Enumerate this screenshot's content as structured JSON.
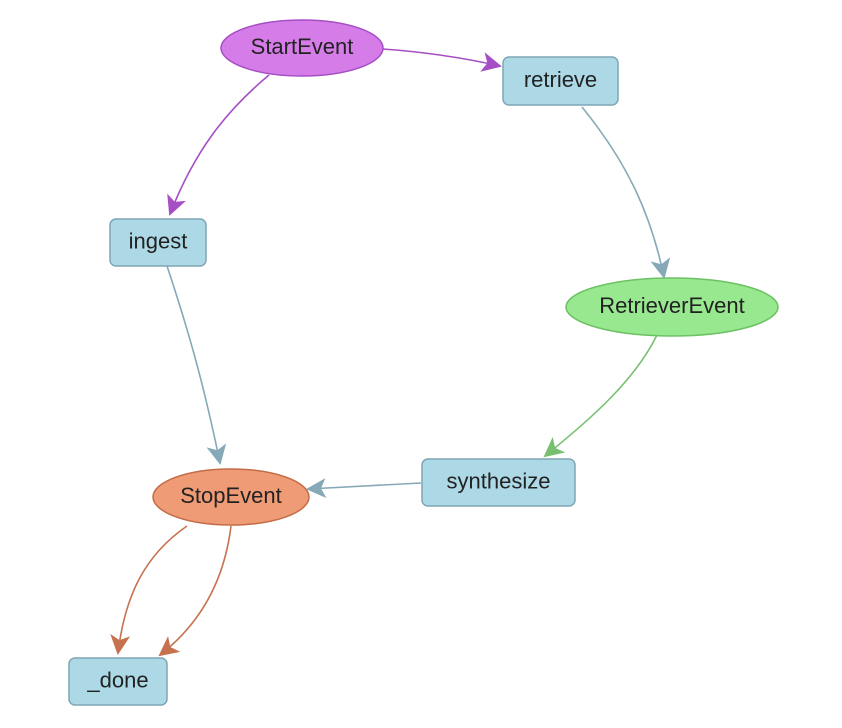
{
  "nodes": [
    {
      "id": "start",
      "label": "StartEvent",
      "kind": "event",
      "fill": "#d67ce8",
      "stroke": "#a64fc4"
    },
    {
      "id": "retrieve",
      "label": "retrieve",
      "kind": "step",
      "fill": "#add8e6",
      "stroke": "#7ea6b4"
    },
    {
      "id": "ingest",
      "label": "ingest",
      "kind": "step",
      "fill": "#add8e6",
      "stroke": "#7ea6b4"
    },
    {
      "id": "retriever_event",
      "label": "RetrieverEvent",
      "kind": "event",
      "fill": "#98e88f",
      "stroke": "#6cc163"
    },
    {
      "id": "synthesize",
      "label": "synthesize",
      "kind": "step",
      "fill": "#add8e6",
      "stroke": "#7ea6b4"
    },
    {
      "id": "stop",
      "label": "StopEvent",
      "kind": "event",
      "fill": "#ef9b76",
      "stroke": "#c46b47"
    },
    {
      "id": "done",
      "label": "_done",
      "kind": "step",
      "fill": "#add8e6",
      "stroke": "#7ea6b4"
    }
  ],
  "edges": [
    {
      "from": "start",
      "to": "retrieve",
      "color": "#a64fc4"
    },
    {
      "from": "start",
      "to": "ingest",
      "color": "#a64fc4"
    },
    {
      "from": "retrieve",
      "to": "retriever_event",
      "color": "#86a9b8"
    },
    {
      "from": "ingest",
      "to": "stop",
      "color": "#86a9b8"
    },
    {
      "from": "retriever_event",
      "to": "synthesize",
      "color": "#77c06f"
    },
    {
      "from": "synthesize",
      "to": "stop",
      "color": "#86a9b8"
    },
    {
      "from": "stop",
      "to": "done",
      "color": "#c7724f"
    },
    {
      "from": "stop",
      "to": "done",
      "color": "#c7724f"
    }
  ]
}
